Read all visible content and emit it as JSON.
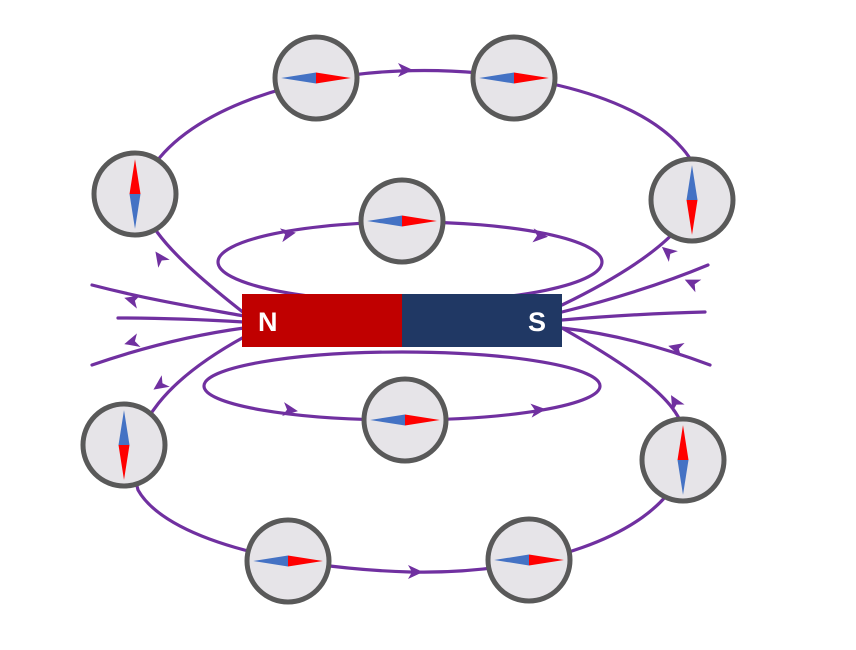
{
  "magnet": {
    "north_label": "N",
    "south_label": "S",
    "north_color": "#c00000",
    "south_color": "#203864"
  },
  "field_line_color": "#7030a0",
  "compass": {
    "face_color": "#e6e4e8",
    "ring_color": "#595959",
    "north_needle_color": "#ff0000",
    "south_needle_color": "#4472c4",
    "count": 10
  },
  "compass_directions": [
    "east",
    "east",
    "north",
    "south",
    "east",
    "east",
    "south",
    "north",
    "east",
    "east"
  ]
}
